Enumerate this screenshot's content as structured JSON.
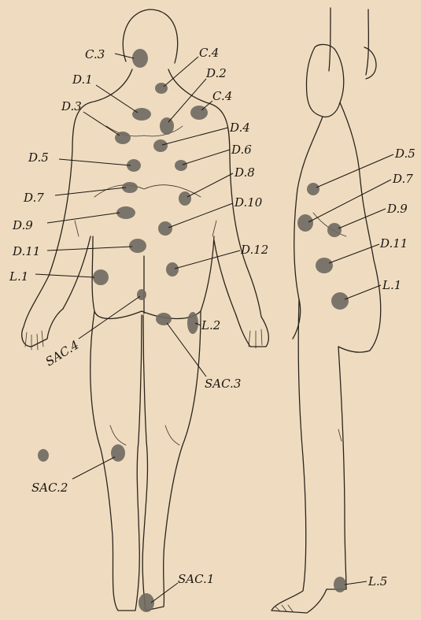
{
  "figure": {
    "labels": {
      "c3": "C.3",
      "c4_top": "C.4",
      "d1": "D.1",
      "d2": "D.2",
      "d3": "D.3",
      "c4_right": "C.4",
      "d4": "D.4",
      "d5": "D.5",
      "d6": "D.6",
      "d7": "D.7",
      "d8": "D.8",
      "d9": "D.9",
      "d10": "D.10",
      "d11": "D.11",
      "d12": "D.12",
      "l1": "L.1",
      "l2": "L.2",
      "sac4": "SAC.4",
      "sac3": "SAC.3",
      "sac2": "SAC.2",
      "sac1": "SAC.1",
      "side_d5": "D.5",
      "side_d7": "D.7",
      "side_d9": "D.9",
      "side_d11": "D.11",
      "side_l1": "L.1",
      "side_l5": "L.5"
    }
  }
}
